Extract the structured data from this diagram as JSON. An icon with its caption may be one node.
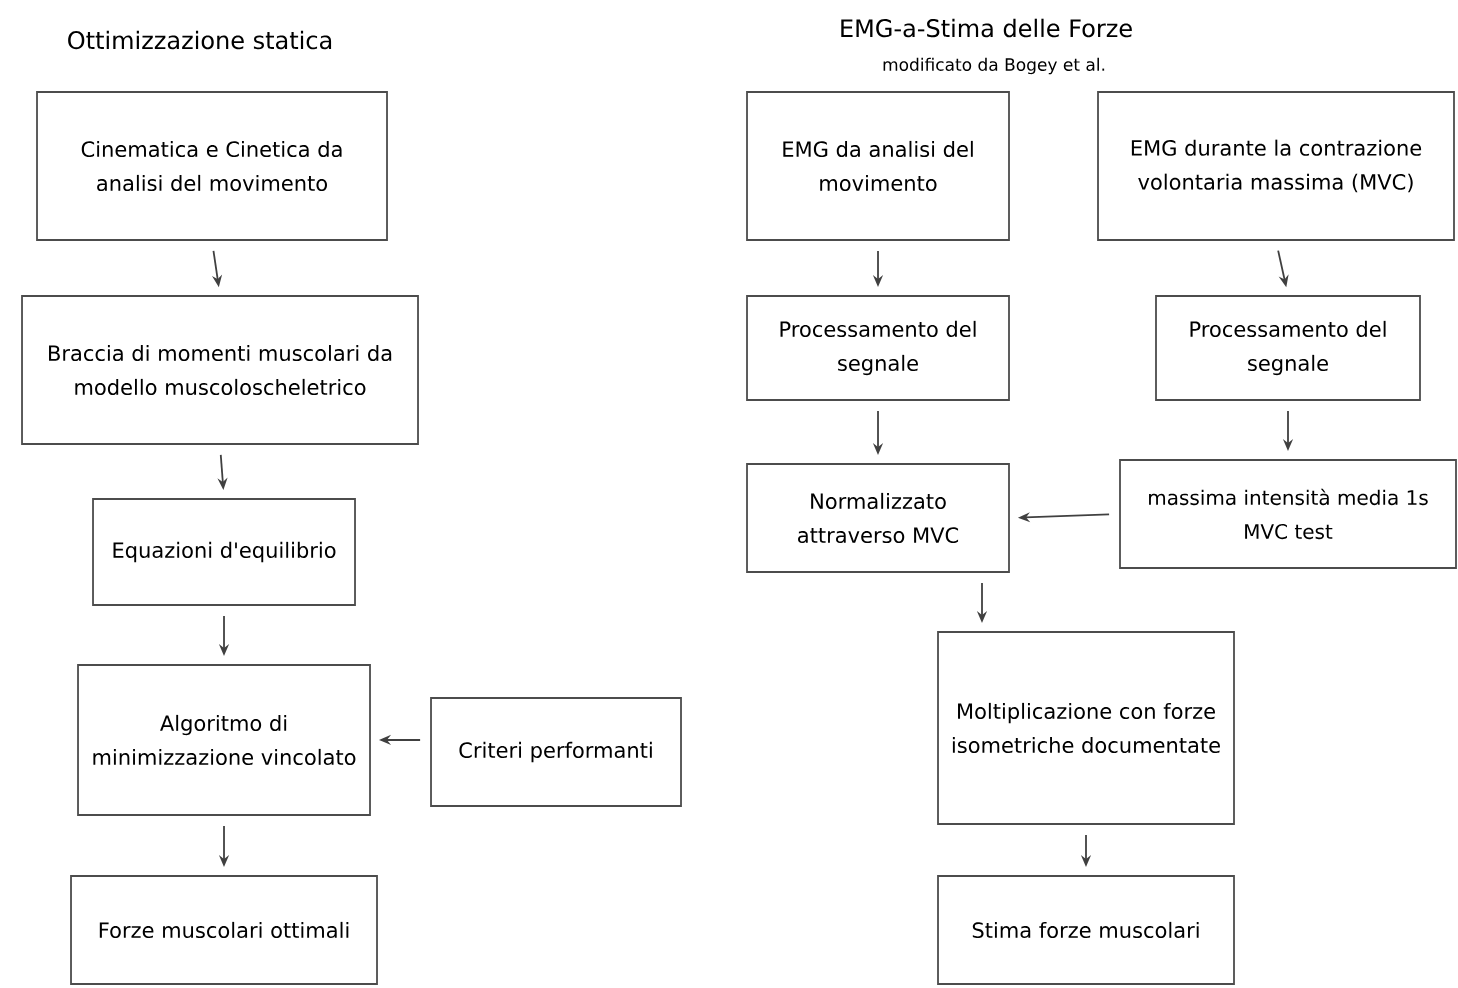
{
  "diagram": {
    "nodes": [
      {
        "text": [
          "Cinematica e Cinetica da analisi del movimento"
        ]
      },
      {
        "text": [
          "Braccia di momenti muscolari da modello muscoloscheletrico"
        ]
      },
      {
        "text": [
          "Equazioni d'equilibrio"
        ]
      },
      {
        "text": [
          "Algoritmo di minimizzazione vincolato"
        ]
      },
      {
        "text": [
          "Criteri performanti"
        ]
      },
      {
        "text": [
          "Forze muscolari ottimali"
        ]
      },
      {
        "text": [
          "EMG da analisi del movimento"
        ]
      },
      {
        "text": [
          "EMG durante la contrazione volontaria massima (MVC)"
        ]
      },
      {
        "text": [
          "Processamento del segnale"
        ]
      },
      {
        "text": [
          "Processamento del segnale"
        ]
      },
      {
        "text": [
          "Normalizzato attraverso MVC"
        ]
      },
      {
        "text": [
          "massima intensità media 1s MVC test"
        ]
      },
      {
        "text": [
          "Moltiplicazione con forze isometriche documentate"
        ]
      },
      {
        "text": [
          "Stima forze muscolari"
        ]
      }
    ],
    "edges": [
      {
        "from": 0,
        "to": 1,
        "arrow": "to"
      },
      {
        "from": 1,
        "to": 2,
        "arrow": "to"
      },
      {
        "from": 2,
        "to": 3,
        "arrow": "to"
      },
      {
        "from": 4,
        "to": 3,
        "arrow": "to"
      },
      {
        "from": 3,
        "to": 5,
        "arrow": "to"
      },
      {
        "from": 6,
        "to": 8,
        "arrow": "to"
      },
      {
        "from": 8,
        "to": 10,
        "arrow": "to"
      },
      {
        "from": 7,
        "to": 9,
        "arrow": "to"
      },
      {
        "from": 9,
        "to": 11,
        "arrow": "to"
      },
      {
        "from": 11,
        "to": 10,
        "arrow": "to"
      },
      {
        "from": 10,
        "to": 12,
        "arrow": "to"
      },
      {
        "from": 12,
        "to": 13,
        "arrow": "to"
      }
    ],
    "labels": [
      "Ottimizzazione statica",
      "EMG-a-Stima delle Forze",
      "modificato da Bogey et al."
    ]
  }
}
